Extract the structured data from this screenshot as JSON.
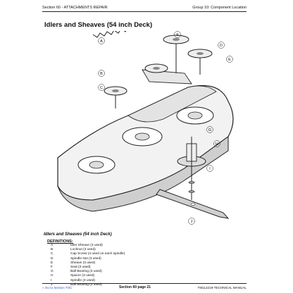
{
  "header": {
    "left": "Section 60 - ATTACHMENTS REPAIR",
    "right": "Group 10: Component Location"
  },
  "title": "Idlers and Sheaves (54 inch Deck)",
  "callouts": [
    "A",
    "B",
    "C",
    "D",
    "E",
    "F",
    "G",
    "H",
    "I",
    "J"
  ],
  "caption": {
    "title": "Idlers and Sheaves (54 inch Deck)",
    "definitions_heading": "DEFINITIONS:",
    "definitions": [
      {
        "letter": "A",
        "text": "Idler Sheave (3 used)"
      },
      {
        "letter": "B",
        "text": "Locknut (3 used)"
      },
      {
        "letter": "C",
        "text": "Cap Screw (4 used on each spindle)"
      },
      {
        "letter": "D",
        "text": "Spindle Nut (3 used)"
      },
      {
        "letter": "E",
        "text": "Sheave (3 used)"
      },
      {
        "letter": "F",
        "text": "Seal (3 used)"
      },
      {
        "letter": "G",
        "text": "Ball Bearing (3 used)"
      },
      {
        "letter": "H",
        "text": "Spacer (3 used)"
      },
      {
        "letter": "I",
        "text": "Spindle (3 used)"
      },
      {
        "letter": "J",
        "text": "Ball Bearing (3 used)"
      }
    ]
  },
  "footer": {
    "left": "« Go to Section TOC",
    "center": "Section 60 page 21",
    "right": "TM112219-TECHNICAL MANUAL"
  },
  "colors": {
    "link": "#2a57c4",
    "line": "#222222",
    "shade": "#bdbdbd"
  }
}
